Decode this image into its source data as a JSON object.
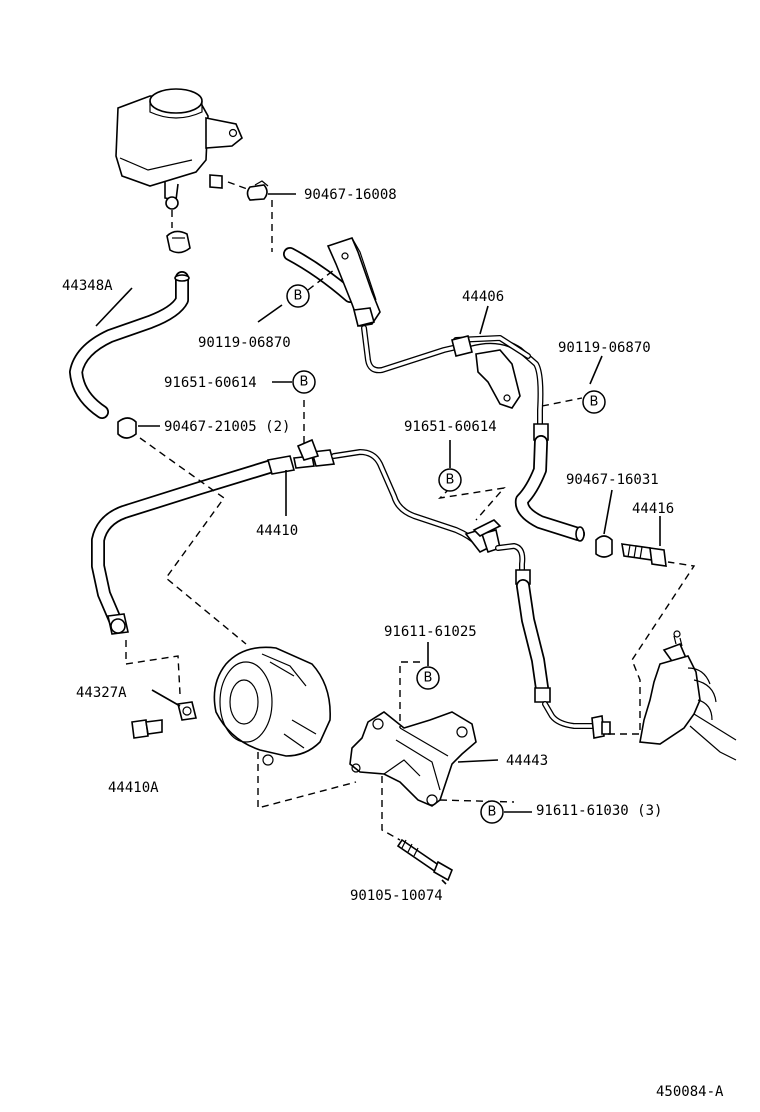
{
  "labels": {
    "p90467_16008": "90467-16008",
    "p44348A": "44348A",
    "p90119_06870_left": "90119-06870",
    "p44406": "44406",
    "p90119_06870_right": "90119-06870",
    "p91651_60614_left": "91651-60614",
    "p90467_21005": "90467-21005 (2)",
    "p91651_60614_mid": "91651-60614",
    "p90467_16031": "90467-16031",
    "p44416": "44416",
    "p44410": "44410",
    "p91611_61025": "91611-61025",
    "p44327A": "44327A",
    "p44443": "44443",
    "p44410A": "44410A",
    "p91611_61030": "91611-61030 (3)",
    "p90105_10074": "90105-10074",
    "figure_id": "450084-A"
  },
  "marker": "B"
}
